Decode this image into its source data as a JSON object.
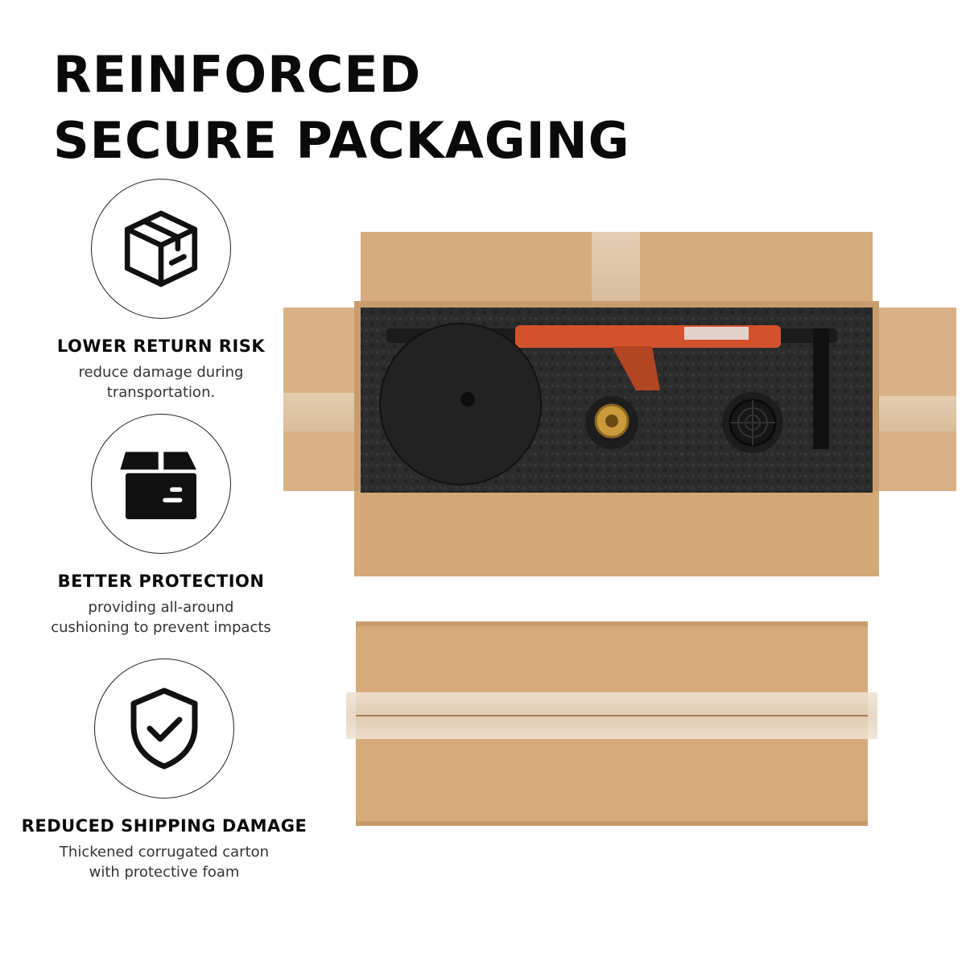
{
  "headline": {
    "line1": "REINFORCED",
    "line2": "SECURE PACKAGING"
  },
  "features": [
    {
      "icon": "box-outline-icon",
      "title": "LOWER RETURN RISK",
      "desc_line1": "reduce damage during",
      "desc_line2": "transportation."
    },
    {
      "icon": "box-filled-icon",
      "title": "BETTER PROTECTION",
      "desc_line1": "providing all-around",
      "desc_line2": "cushioning to prevent impacts"
    },
    {
      "icon": "shield-check-icon",
      "title": "REDUCED SHIPPING DAMAGE",
      "desc_line1": "Thickened corrugated carton",
      "desc_line2": "with protective foam"
    }
  ],
  "colors": {
    "cardboard": "#d2a77a",
    "cardboard_dark": "#b98d60",
    "foam": "#2b2b2b",
    "handle": "#d4522b",
    "text": "#0a0a0a"
  }
}
